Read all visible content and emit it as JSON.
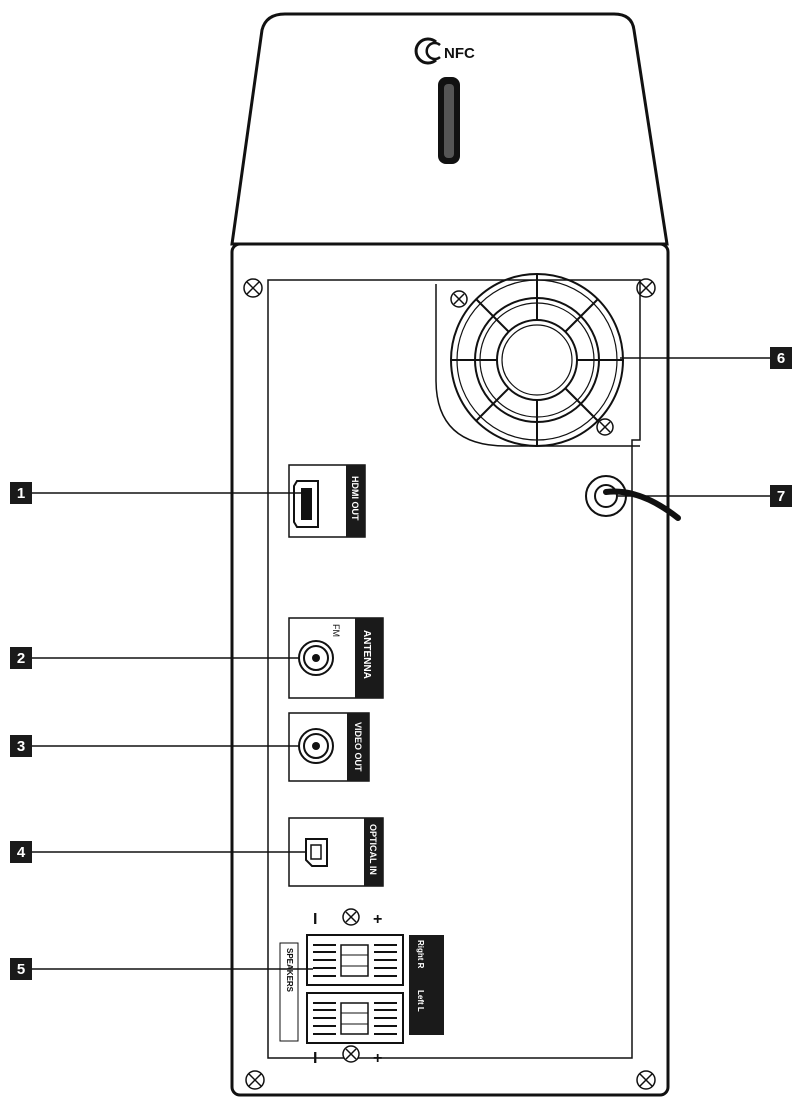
{
  "device_logo": "NFC",
  "ports": {
    "hdmi": "HDMI OUT",
    "antenna": "ANTENNA",
    "fm": "FM",
    "video": "VIDEO OUT",
    "optical": "OPTICAL IN",
    "speakers": "SPEAKERS",
    "speaker_r": "Right R",
    "speaker_l": "Left L",
    "minus": "I",
    "plus": "+"
  },
  "callouts": [
    "1",
    "2",
    "3",
    "4",
    "5",
    "6",
    "7"
  ],
  "colors": {
    "line": "#111111",
    "background": "#ffffff",
    "label_bg": "#1a1a1a"
  }
}
